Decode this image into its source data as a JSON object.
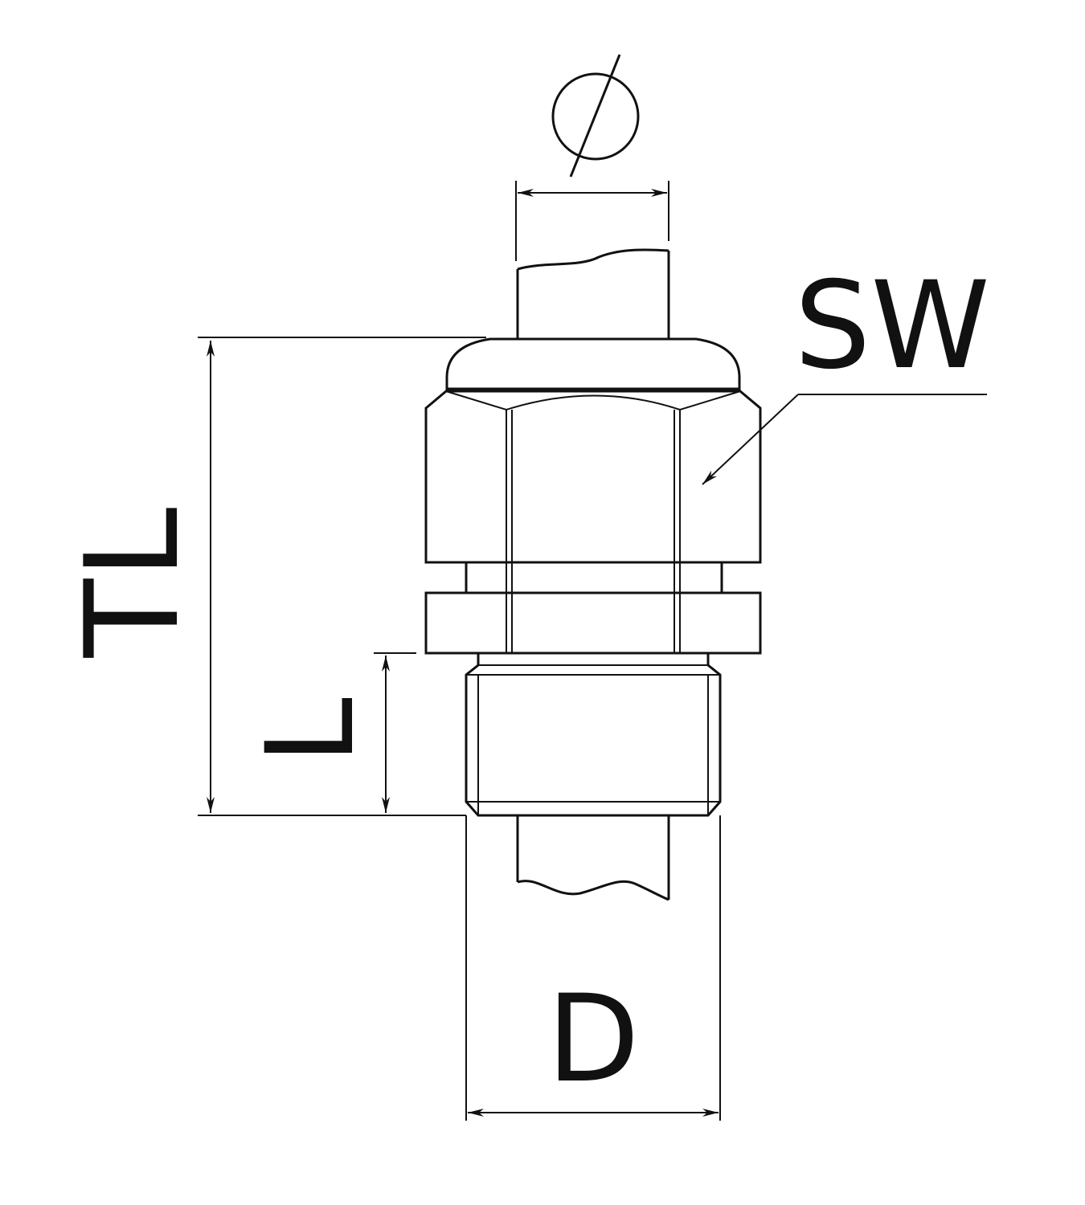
{
  "labels": {
    "diameter": "",
    "sw": "SW",
    "tl": "TL",
    "l": "L",
    "d": "D"
  },
  "colors": {
    "stroke": "#111111",
    "background": "#ffffff"
  }
}
